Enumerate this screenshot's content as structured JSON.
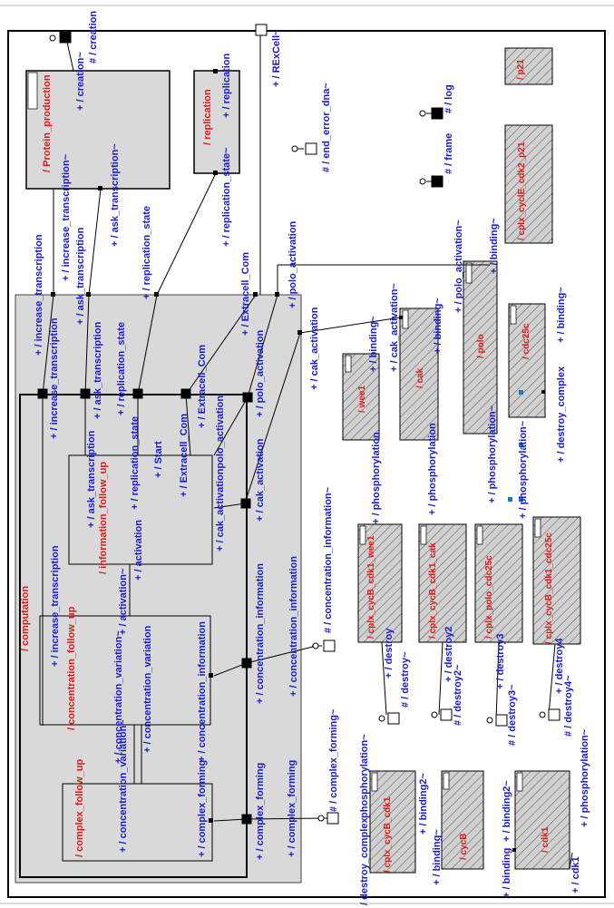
{
  "diagram": {
    "main_capsule": "/ computation",
    "sub_capsules": {
      "protein_production": "/ Protein_production",
      "replication": "/ replication",
      "information_follow_up": "/ information_follow_up",
      "concentration_follow_up": "/ concentration_follow_up",
      "complex_follow_up": "/ complex_follow_up"
    },
    "hatched_capsules": {
      "p21": "/ p21",
      "cplx_cyclE_cdk2_p21": "/ cplx_cyclE_cdk2_p21",
      "wee1": "/ wee1",
      "cak": "/ cak",
      "polo": "/ polo",
      "cdc25c": "/ cdc25c",
      "cplx_cycB_cdk1_wee1": "/ cplx_cycB_cdk1_wee1",
      "cplx_cycB_cdk1_cak": "/ cplx_cycB_cdk1_cak",
      "cplx_polo_cdc25c": "/ cplx_polo_cdc25c",
      "cplx_cycB_cdk1_cdc25c": "/ cplx_cycB_cdk1_cdc25c",
      "cplx_cycB_cdk1": "/ cplx_cycB_cdk1",
      "cycB": "/ cycB",
      "cdk1": "/ cdk1"
    },
    "top_ports": {
      "creation": "# / creation",
      "creation_conj": "+ / creation~",
      "rexcell": "+ / RExCell~",
      "end_error_dna": "# / end_error_dna~",
      "log": "# / log",
      "frame": "# / frame"
    },
    "protein_ports": {
      "increase_transcription": "+ / increase_transcription~",
      "ask_transcription": "+ / ask_transcription~"
    },
    "replication_ports": {
      "replication": "+ / replication",
      "replication_state": "+ / replication_state~"
    },
    "outer_ports": {
      "increase_transcription": "+ / increase_transcription",
      "ask_transcription": "+ / ask_transcription",
      "replication_state": "+ / replication_state",
      "extracell_com": "+ / Extracell_Com",
      "polo_activation": "+ / polo_activation",
      "cak_activation": "+ / cak_activation"
    },
    "inner_ports": {
      "increase_transcription": "+ / increase_transcription",
      "ask_transcription": "+ / ask_transcription",
      "replication_state": "+ / replication_state",
      "extracell_com": "+ / Extracell_Com",
      "polo_activation": "+ / polo_activation",
      "cak_activation": "+ / cak_activation",
      "concentration_information": "+ / concentration_information",
      "complex_forming": "+ / complex_forming"
    },
    "info_ports": {
      "ask_transcription": "+ / ask_transcription",
      "replication_state": "+ / replication_state",
      "start": "+ / Start",
      "extracell_com": "+ / Extracell_Com",
      "cak_activation": "+ / cak_activationpolo_activation",
      "activation": "+ / activation"
    },
    "conc_ports": {
      "increase_transcription": "+ / increase_transcription",
      "activation": "+ / activation~",
      "concentration_variation": "+ / concentration_variation",
      "concentration_information": "+ / concentration_information",
      "concentration_variation_conj": "+ / concentration_variation~",
      "concentration_variation_out": "+ / concentration_variation"
    },
    "complex_ports": {
      "concentration_variation": "+ / concentration_variation~",
      "complex_forming": "+ / complex_forming",
      "complex_forming_out": "+ / complex_forming"
    },
    "external_ports": {
      "concentration_information": "# / concentration_information~",
      "complex_forming": "# / complex_forming~",
      "polo_activation": "+ / polo_activation",
      "cak_activation": "+ / cak_activation"
    },
    "molecule_ports": {
      "binding_wee1": "+ / binding~",
      "phosphorylation_wee1": "+ / phosphorylation",
      "cak_activation": "+ / cak_activation~",
      "binding_cak": "+ / binding~",
      "phosphorylation_cak": "+ / phosphorylation",
      "polo_activation": "+ / polo_activation~",
      "binding_polo": "+ / binding~",
      "phosphorylation_polo": "+ / phosphorylation~",
      "binding_cdc25c": "+ / binding~",
      "destroy_complex": "+ / destroy_complex",
      "phosphorylation_cdc25c": "+ / phosphorylation",
      "phosphorylation_cdc25c_2": "+ / phosphorylation~",
      "destroy": "+ / destroy",
      "destroy_conj": "# / destroy~",
      "destroy2": "+ / destroy2",
      "destroy2_conj": "# / destroy2~",
      "destroy3": "+ / destroy3",
      "destroy3_conj": "# / destroy3~",
      "destroy4": "+ / destroy4",
      "destroy4_conj": "# / destroy4~",
      "destroy_complex_bottom": "/ destroy_complex",
      "phosphorylation_bottom": "phosphorylation~",
      "binding2": "+ / binding2~",
      "binding": "+ / binding~",
      "binding_cdk1": "+ / binding",
      "binding2_cdk1": "+ / binding2~",
      "cdk1_port": "+ / cdk1",
      "phosphorylation_cdk1": "+ / phosphorylation~"
    }
  },
  "colors": {
    "port_label": "#1a1acc",
    "capsule_label": "#e01818",
    "capsule_fill": "#d9d9d9"
  }
}
